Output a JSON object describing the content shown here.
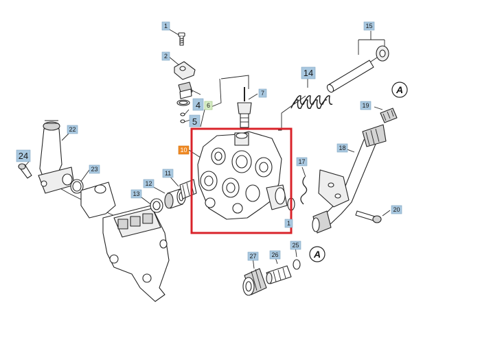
{
  "colors": {
    "callout_fill": "#a9c8e0",
    "callout_green": "#d6ecc4",
    "callout_orange": "#f08a24",
    "highlight": "#d9232a"
  },
  "callouts": {
    "c1": "1",
    "c2": "2",
    "c4": "4",
    "c5": "5",
    "c6": "6",
    "c7": "7",
    "c10": "10",
    "c11": "11",
    "c12": "12",
    "c13": "13",
    "c14": "14",
    "c15": "15",
    "c17": "17",
    "c18": "18",
    "c19": "19",
    "c20": "20",
    "c22": "22",
    "c23": "23",
    "c24": "24",
    "c25": "25",
    "c26": "26",
    "c27": "27",
    "c1b": "1"
  },
  "reference_marks": {
    "top": "A",
    "bottom": "A"
  }
}
